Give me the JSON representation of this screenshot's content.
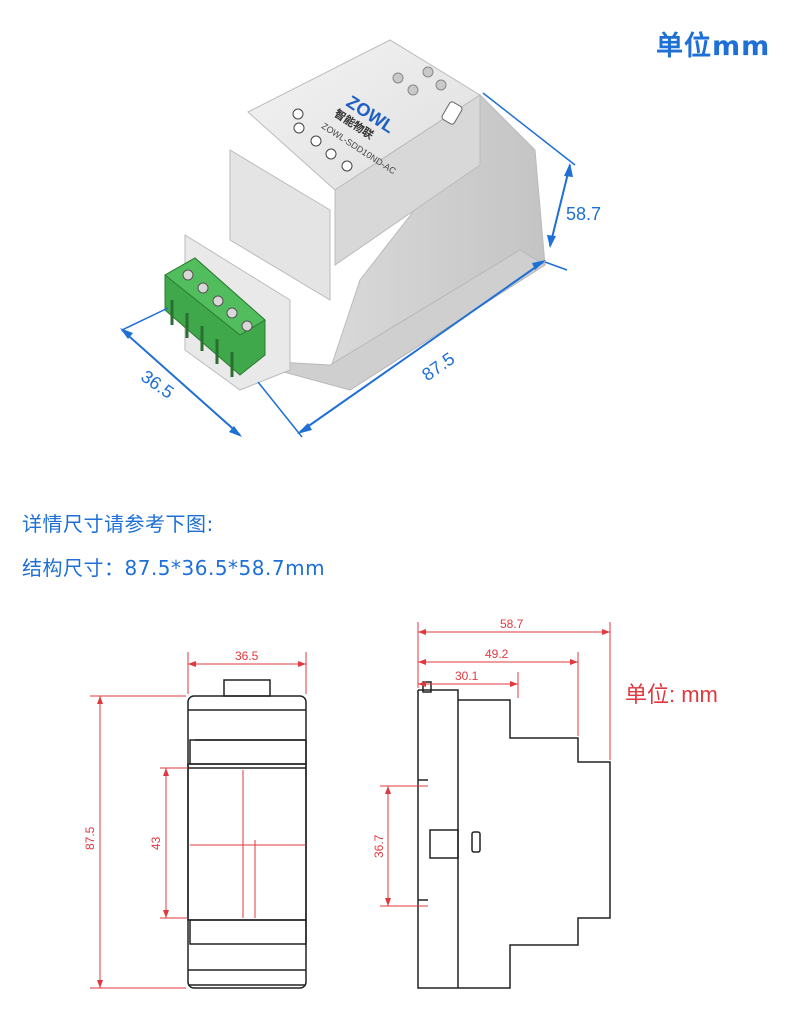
{
  "header": {
    "unit_label": "单位mm"
  },
  "photo_dims": {
    "height": "58.7",
    "length": "87.5",
    "width": "36.5"
  },
  "device": {
    "brand": "ZOWL",
    "brand_cn": "智能物联",
    "model": "ZOWL-SDD10ND-AC"
  },
  "info": {
    "line1": "详情尺寸请参考下图:",
    "line2": "结构尺寸：87.5*36.5*58.7mm"
  },
  "front_drawing": {
    "width": "36.5",
    "height": "87.5",
    "window": "43"
  },
  "side_drawing": {
    "depth": "58.7",
    "depth_mid": "49.2",
    "depth_low": "30.1",
    "rail": "36.7"
  },
  "drawing_unit_label": "单位: mm",
  "colors": {
    "accent": "#1e6fd6",
    "dim_line": "#e0383e",
    "outline": "#222222",
    "terminal": "#3ea84a"
  }
}
